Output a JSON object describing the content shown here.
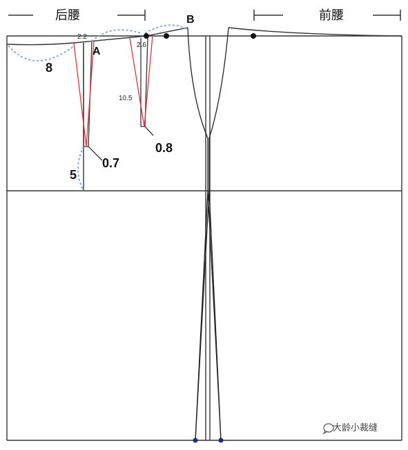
{
  "header": {
    "back_waist": "后腰",
    "front_waist": "前腰"
  },
  "labels": {
    "A": "A",
    "B": "B",
    "m8": "8",
    "m22": "2.2",
    "m26": "2.6",
    "m105": "10.5",
    "m08": "0.8",
    "m07": "0.7",
    "m5": "5"
  },
  "watermark": {
    "text": "大龄小裁缝",
    "icon": "chat-bubble-icon"
  },
  "colors": {
    "line": "#333333",
    "dart": "#e0303a",
    "curve": "#6a9ad6",
    "point": "#111111",
    "hem_point": "#1f2a8a"
  }
}
